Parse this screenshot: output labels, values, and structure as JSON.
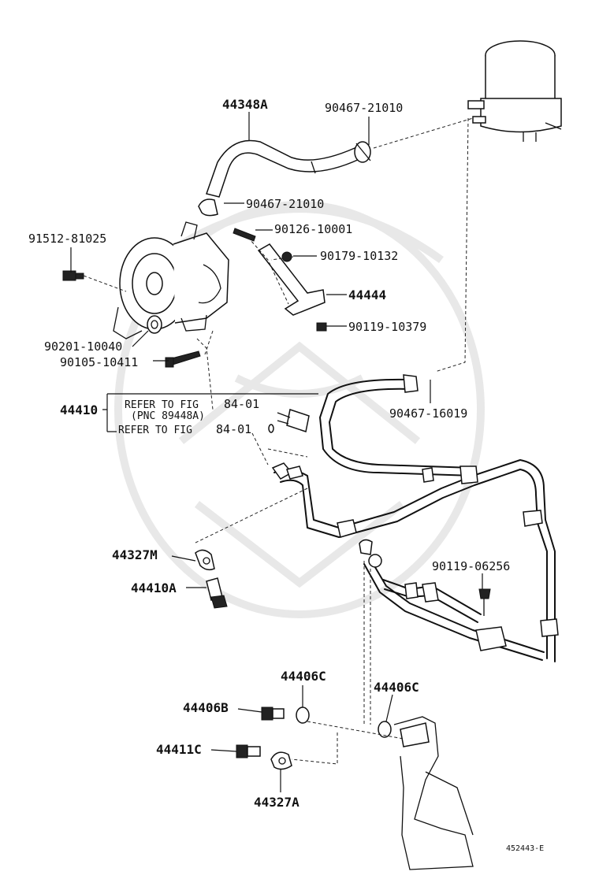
{
  "diagram": {
    "labels": {
      "p44348A": "44348A",
      "p90467_21010_top": "90467-21010",
      "p90467_21010_mid": "90467-21010",
      "p90126_10001": "90126-10001",
      "p91512_81025": "91512-81025",
      "p90179_10132": "90179-10132",
      "p44444": "44444",
      "p90119_10379": "90119-10379",
      "p90201_10040": "90201-10040",
      "p90105_10411": "90105-10411",
      "p44410": "44410",
      "ref1": "REFER TO FIG",
      "ref1_num": "84-01",
      "ref_pnc": "(PNC 89448A)",
      "ref2": "REFER TO FIG",
      "ref2_num": "84-01",
      "p90467_16019": "90467-16019",
      "p44327M": "44327M",
      "p90119_06256": "90119-06256",
      "p44410A": "44410A",
      "p44406C_left": "44406C",
      "p44406C_right": "44406C",
      "p44406B": "44406B",
      "p44411C": "44411C",
      "p44327A": "44327A"
    },
    "figure_code": "452443-E"
  }
}
